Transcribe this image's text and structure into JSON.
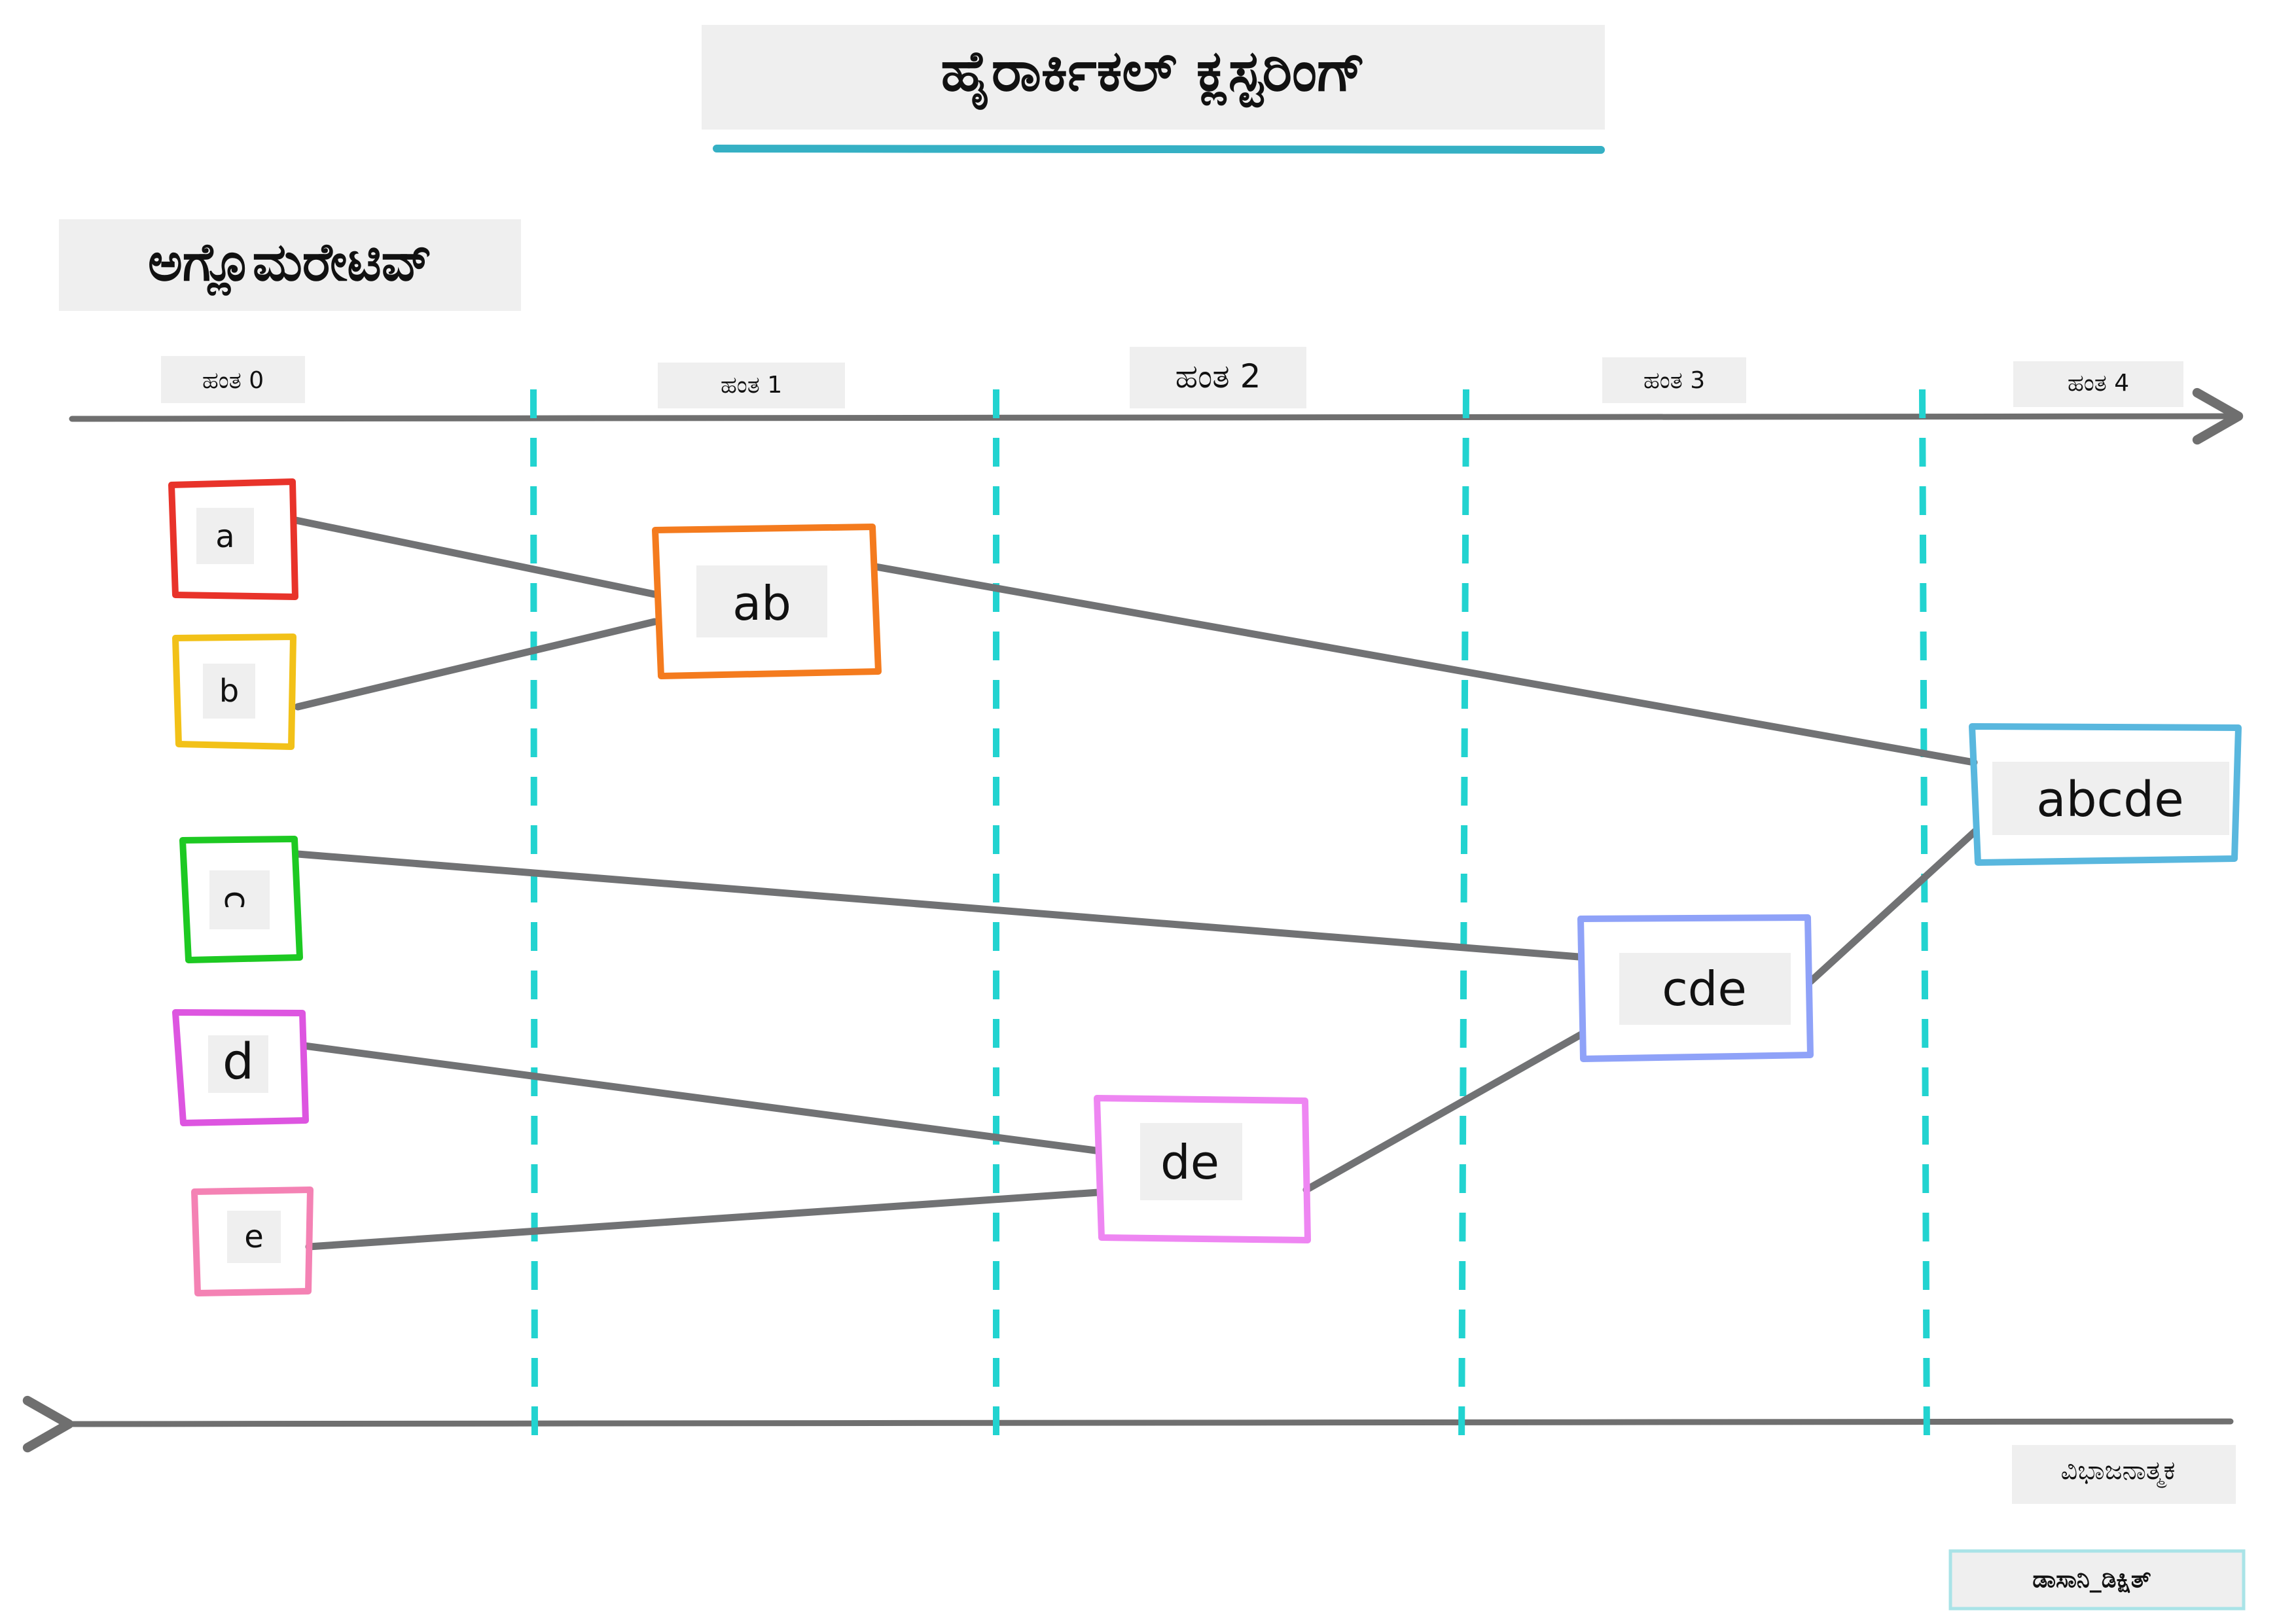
{
  "title": "ಹೈರಾರ್ಕಿಕಲ್ ಕ್ಲಸ್ಟರಿಂಗ್",
  "agglomerative_label": "ಅಗ್ಲೊಮರೇಟಿವ್",
  "divisive_label": "ವಿಭಾಜನಾತ್ಮಕ",
  "credit": "ಡಾಸಾನಿ_ಡಿಕ್ಷಿತ್",
  "steps": [
    "ಹಂತ 0",
    "ಹಂತ 1",
    "ಹಂತ 2",
    "ಹಂತ 3",
    "ಹಂತ 4"
  ],
  "nodes": [
    {
      "id": "a",
      "label": "a",
      "step": 0,
      "color": "#e8332a"
    },
    {
      "id": "b",
      "label": "b",
      "step": 0,
      "color": "#f2c118"
    },
    {
      "id": "c",
      "label": "c",
      "step": 0,
      "color": "#1dc922"
    },
    {
      "id": "d",
      "label": "d",
      "step": 0,
      "color": "#dd55e0"
    },
    {
      "id": "e",
      "label": "e",
      "step": 0,
      "color": "#f482b4"
    },
    {
      "id": "ab",
      "label": "ab",
      "step": 1,
      "color": "#f47b1e"
    },
    {
      "id": "de",
      "label": "de",
      "step": 2,
      "color": "#ee86f2"
    },
    {
      "id": "cde",
      "label": "cde",
      "step": 3,
      "color": "#8fa2f8"
    },
    {
      "id": "abcde",
      "label": "abcde",
      "step": 4,
      "color": "#59b7de"
    }
  ],
  "edges": [
    {
      "from": "a",
      "to": "ab"
    },
    {
      "from": "b",
      "to": "ab"
    },
    {
      "from": "c",
      "to": "cde"
    },
    {
      "from": "d",
      "to": "de"
    },
    {
      "from": "e",
      "to": "de"
    },
    {
      "from": "de",
      "to": "cde"
    },
    {
      "from": "ab",
      "to": "abcde"
    },
    {
      "from": "cde",
      "to": "abcde"
    }
  ],
  "colors": {
    "divider": "#22d3d0",
    "axis": "#6f6f6f",
    "connector": "#717274",
    "title_underline": "#35b0c4",
    "label_bg": "#efefef",
    "credit_border": "#a9e3e7"
  }
}
